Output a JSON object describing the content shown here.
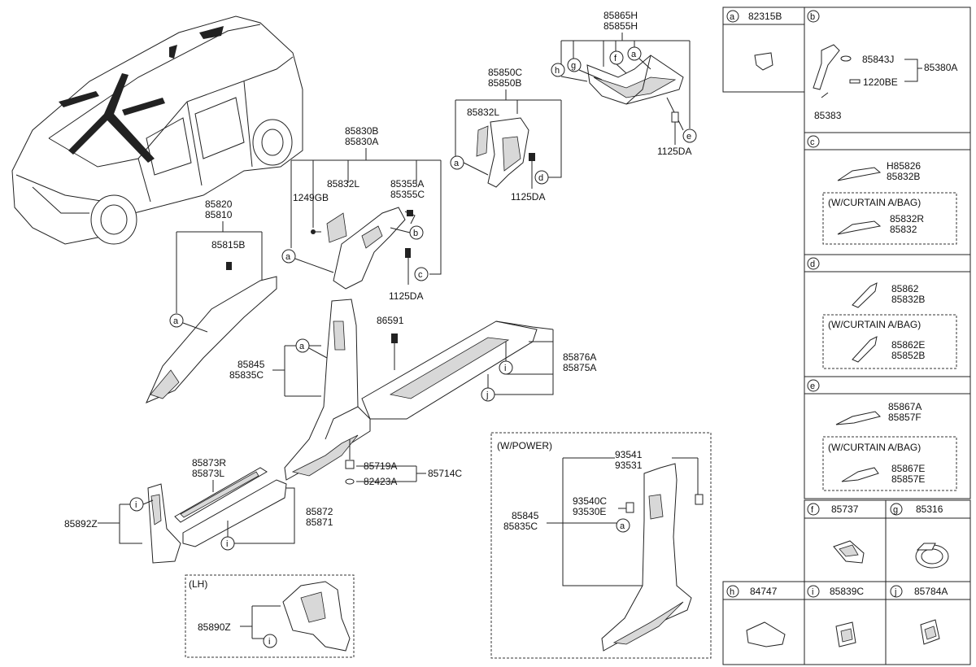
{
  "callouts": {
    "a": "a",
    "b": "b",
    "c": "c",
    "d": "d",
    "e": "e",
    "f": "f",
    "g": "g",
    "h": "h",
    "i": "i",
    "j": "j"
  },
  "main": {
    "roof_rail": {
      "line1": "85865H",
      "line2": "85855H"
    },
    "roof_fastener": "1125DA",
    "c_pillar": {
      "line1": "85850C",
      "line2": "85850B"
    },
    "c_pillar_trim": "85832L",
    "c_pillar_fastener": "1125DA",
    "b_pillar_upper": {
      "line1": "85830B",
      "line2": "85830A"
    },
    "b_trim": "85832L",
    "b_clip": {
      "line1": "85355A",
      "line2": "85355C"
    },
    "b_bolt": "1249GB",
    "b_fastener": "1125DA",
    "a_pillar": {
      "line1": "85820",
      "line2": "85810"
    },
    "a_clip": "85815B",
    "b_pillar_lower": {
      "line1": "85845",
      "line2": "85835C"
    },
    "clip_86591": "86591",
    "scuff_rear": {
      "line1": "85876A",
      "line2": "85875A"
    },
    "grommet": "85719A",
    "washer": "82423A",
    "grommet_set": "85714C",
    "front_scuff_trim": {
      "line1": "85873R",
      "line2": "85873L"
    },
    "front_scuff": {
      "line1": "85872",
      "line2": "85871"
    },
    "kick_panel": "85892Z",
    "lh_label": "(LH)",
    "lh_part": "85890Z",
    "power_label": "(W/POWER)",
    "power_top": {
      "line1": "93541",
      "line2": "93531"
    },
    "power_switch": {
      "line1": "93540C",
      "line2": "93530E"
    },
    "power_pillar": {
      "line1": "85845",
      "line2": "85835C"
    }
  },
  "side_panel": {
    "a": {
      "letter": "a",
      "part": "82315B"
    },
    "b": {
      "letter": "b",
      "p1": "85843J",
      "p2": "85380A",
      "p3": "1220BE",
      "p4": "85383"
    },
    "c": {
      "letter": "c",
      "p1": "H85826",
      "p2": "85832B",
      "box_title": "(W/CURTAIN A/BAG)",
      "p3": "85832R",
      "p4": "85832"
    },
    "d": {
      "letter": "d",
      "p1": "85862",
      "p2": "85832B",
      "box_title": "(W/CURTAIN A/BAG)",
      "p3": "85862E",
      "p4": "85852B"
    },
    "e": {
      "letter": "e",
      "p1": "85867A",
      "p2": "85857F",
      "box_title": "(W/CURTAIN A/BAG)",
      "p3": "85867E",
      "p4": "85857E"
    },
    "f": {
      "letter": "f",
      "part": "85737"
    },
    "g": {
      "letter": "g",
      "part": "85316"
    },
    "h": {
      "letter": "h",
      "part": "84747"
    },
    "i": {
      "letter": "i",
      "part": "85839C"
    },
    "j": {
      "letter": "j",
      "part": "85784A"
    }
  }
}
